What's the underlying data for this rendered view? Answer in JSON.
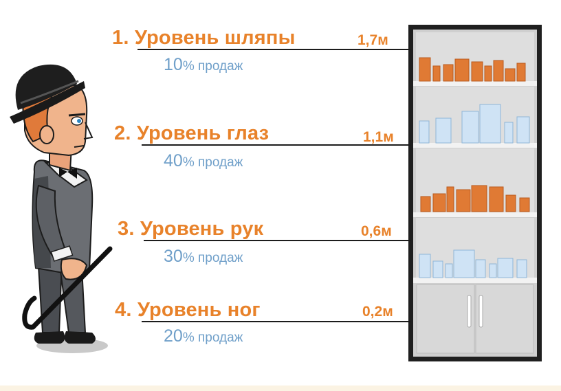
{
  "levels": [
    {
      "number": "1.",
      "name": "Уровень шляпы",
      "height": "1,7м",
      "share_value": "10",
      "share_text": "% продаж"
    },
    {
      "number": "2.",
      "name": "Уровень глаз",
      "height": "1,1м",
      "share_value": "40",
      "share_text": "% продаж"
    },
    {
      "number": "3.",
      "name": "Уровень рук",
      "height": "0,6м",
      "share_value": "30",
      "share_text": "% продаж"
    },
    {
      "number": "4.",
      "name": "Уровень ног",
      "height": "0,2м",
      "share_value": "20",
      "share_text": "% продаж"
    }
  ],
  "colors": {
    "title_orange": "#e8822a",
    "share_blue": "#6f9fc9",
    "cabinet_frame": "#1f1f1f",
    "shelf_gray": "#dcdcdc",
    "orange_product": "#e07a34",
    "blue_product": "#cfe3f5"
  },
  "icons": [
    "man-in-bowler-hat-illustration",
    "store-shelf-cabinet-illustration"
  ]
}
